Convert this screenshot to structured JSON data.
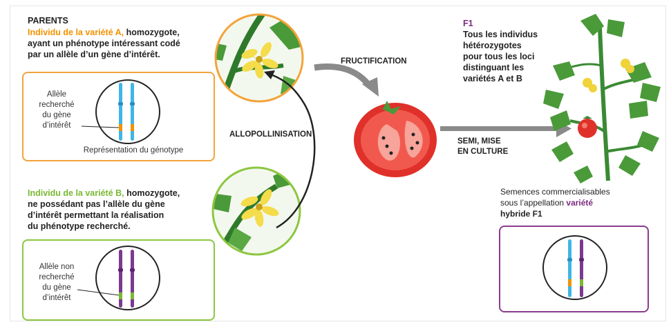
{
  "parents": {
    "heading": "PARENTS",
    "variety_a_name": "Individu de la variété A,",
    "variety_a_rest_line1": " homozygote,",
    "variety_a_line2": "ayant un phénotype intéressant codé",
    "variety_a_line3": "par un allèle d’un gène d’intérêt.",
    "variety_b_name": "Individu de la variété B,",
    "variety_b_rest_line1": " homozygote,",
    "variety_b_line2": "ne possédant pas l’allèle du gène",
    "variety_b_line3": "d’intérêt permettant la réalisation",
    "variety_b_line4": "du phénotype recherché."
  },
  "box_a": {
    "allele_lines": [
      "Allèle",
      "recherché",
      "du gène",
      "d’intérêt"
    ],
    "caption": "Représentation du génotype"
  },
  "box_b": {
    "allele_lines": [
      "Allèle non",
      "recherché",
      "du gène",
      "d’intérêt"
    ]
  },
  "steps": {
    "allopollination": "ALLOPOLLINISATION",
    "fructification": "FRUCTIFICATION",
    "sowing_line1": "SEMI, MISE",
    "sowing_line2": "EN CULTURE"
  },
  "f1": {
    "title": "F1",
    "lines": [
      "Tous les individus",
      "hétérozygotes",
      "pour tous les loci",
      "distinguant les",
      "variétés A et B"
    ]
  },
  "seeds": {
    "line1": "Semences commercialisables",
    "line2_start": "sous l’appellation ",
    "line2_highlight": "variété",
    "line3": "hybride F1"
  },
  "colors": {
    "orange": "#f39200",
    "green": "#7ab833",
    "purple": "#7b2a7f",
    "blue_chromosome": "#3fb6e6",
    "purple_chromosome": "#7b3a8f",
    "tomato_red": "#e0302a",
    "leaf_green": "#4a9a3a"
  },
  "icons": [
    "tomato-flower-icon",
    "tomato-fruit-icon",
    "tomato-plant-icon",
    "curved-arrow-icon"
  ]
}
